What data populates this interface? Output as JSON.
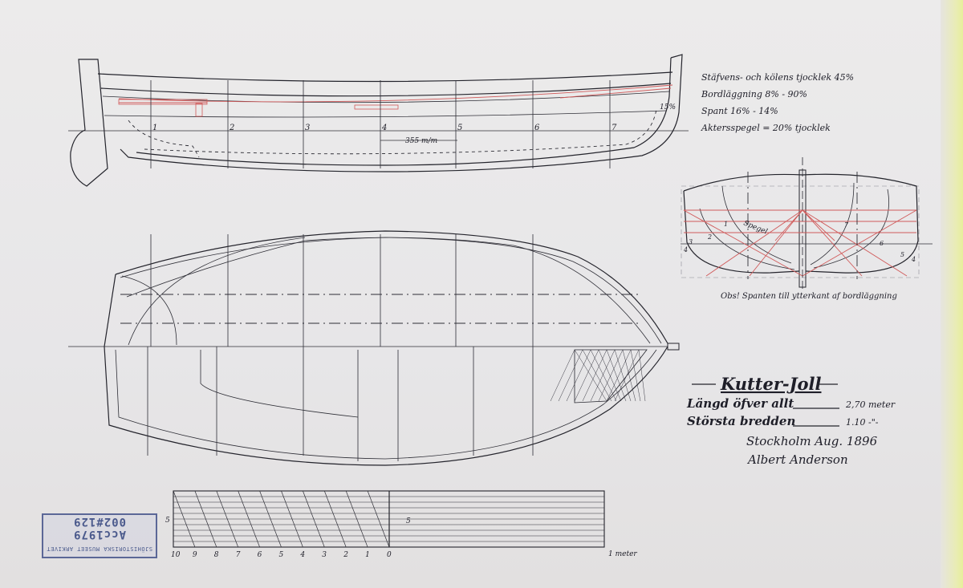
{
  "specs": {
    "line1": "Stäfvens- och kölens tjocklek   45%",
    "line2": "Bordläggning  8% - 90%",
    "line3": "Spant  16% - 14%",
    "line4": "Aktersspegel = 20% tjocklek"
  },
  "profile": {
    "stations": [
      "1",
      "2",
      "3",
      "4",
      "5",
      "6",
      "7"
    ],
    "dimension": "355 m/m",
    "stern_mark": "15%"
  },
  "body_plan": {
    "spegel_label": "Spegel",
    "left_numbers": [
      "1",
      "2",
      "3",
      "4"
    ],
    "right_numbers": [
      "7",
      "6",
      "5",
      "4"
    ],
    "note": "Obs! Spanten till ytterkant af bordläggning"
  },
  "title_block": {
    "title": "Kutter-Joll",
    "length_label": "Längd öfver allt",
    "length_value": "2,70 meter",
    "breadth_label": "Största bredden",
    "breadth_value": "1.10 -\"-",
    "place_date": "Stockholm Aug. 1896",
    "author": "Albert Anderson"
  },
  "scale": {
    "left_label": "5",
    "mid_label": "5",
    "ticks": [
      "10",
      "9",
      "8",
      "7",
      "6",
      "5",
      "4",
      "3",
      "2",
      "1",
      "0"
    ],
    "unit": "1 meter"
  },
  "stamp": {
    "line1": "SJÖHISTORISKA MUSEET ARKIVET",
    "line2": "Acc1979 002#129"
  },
  "colors": {
    "ink": "#24242c",
    "red_lines": "#d05a5a",
    "stamp": "#5b6797"
  }
}
